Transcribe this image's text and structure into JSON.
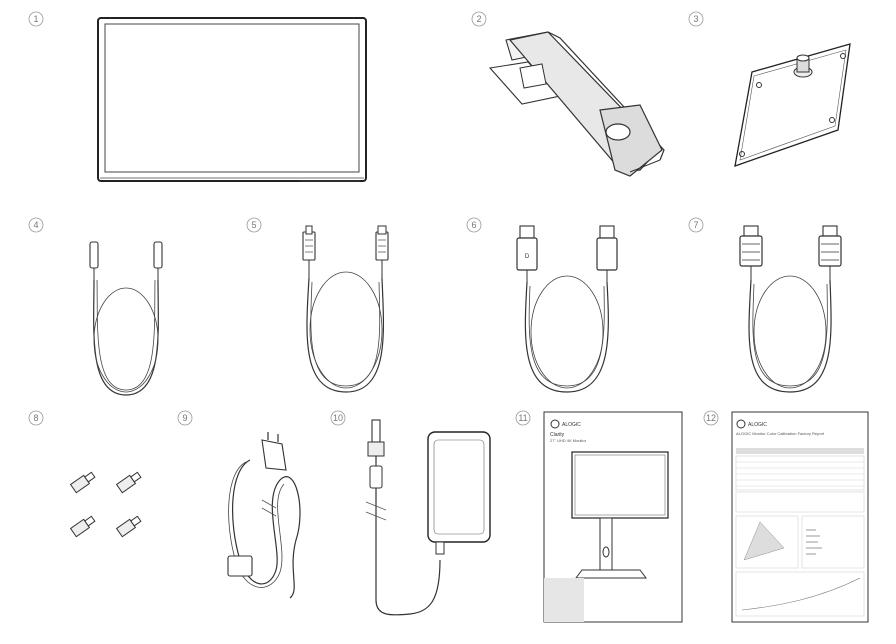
{
  "items": [
    {
      "number": "1",
      "name": "monitor panel"
    },
    {
      "number": "2",
      "name": "stand arm"
    },
    {
      "number": "3",
      "name": "stand base"
    },
    {
      "number": "4",
      "name": "USB-C cable"
    },
    {
      "number": "5",
      "name": "USB-A to USB-B cable"
    },
    {
      "number": "6",
      "name": "DisplayPort cable"
    },
    {
      "number": "7",
      "name": "HDMI cable"
    },
    {
      "number": "8",
      "name": "standoff screws"
    },
    {
      "number": "9",
      "name": "power cord"
    },
    {
      "number": "10",
      "name": "power adapter"
    },
    {
      "number": "11",
      "name": "quick start guide"
    },
    {
      "number": "12",
      "name": "calibration report"
    }
  ],
  "guide": {
    "brand": "ALOGIC",
    "title": "Clarity",
    "subtitle": "27\" UHD 4K Monitor"
  },
  "report": {
    "brand": "ALOGIC",
    "title": "ALOGIC Monitor Color Calibration Factory Report"
  }
}
